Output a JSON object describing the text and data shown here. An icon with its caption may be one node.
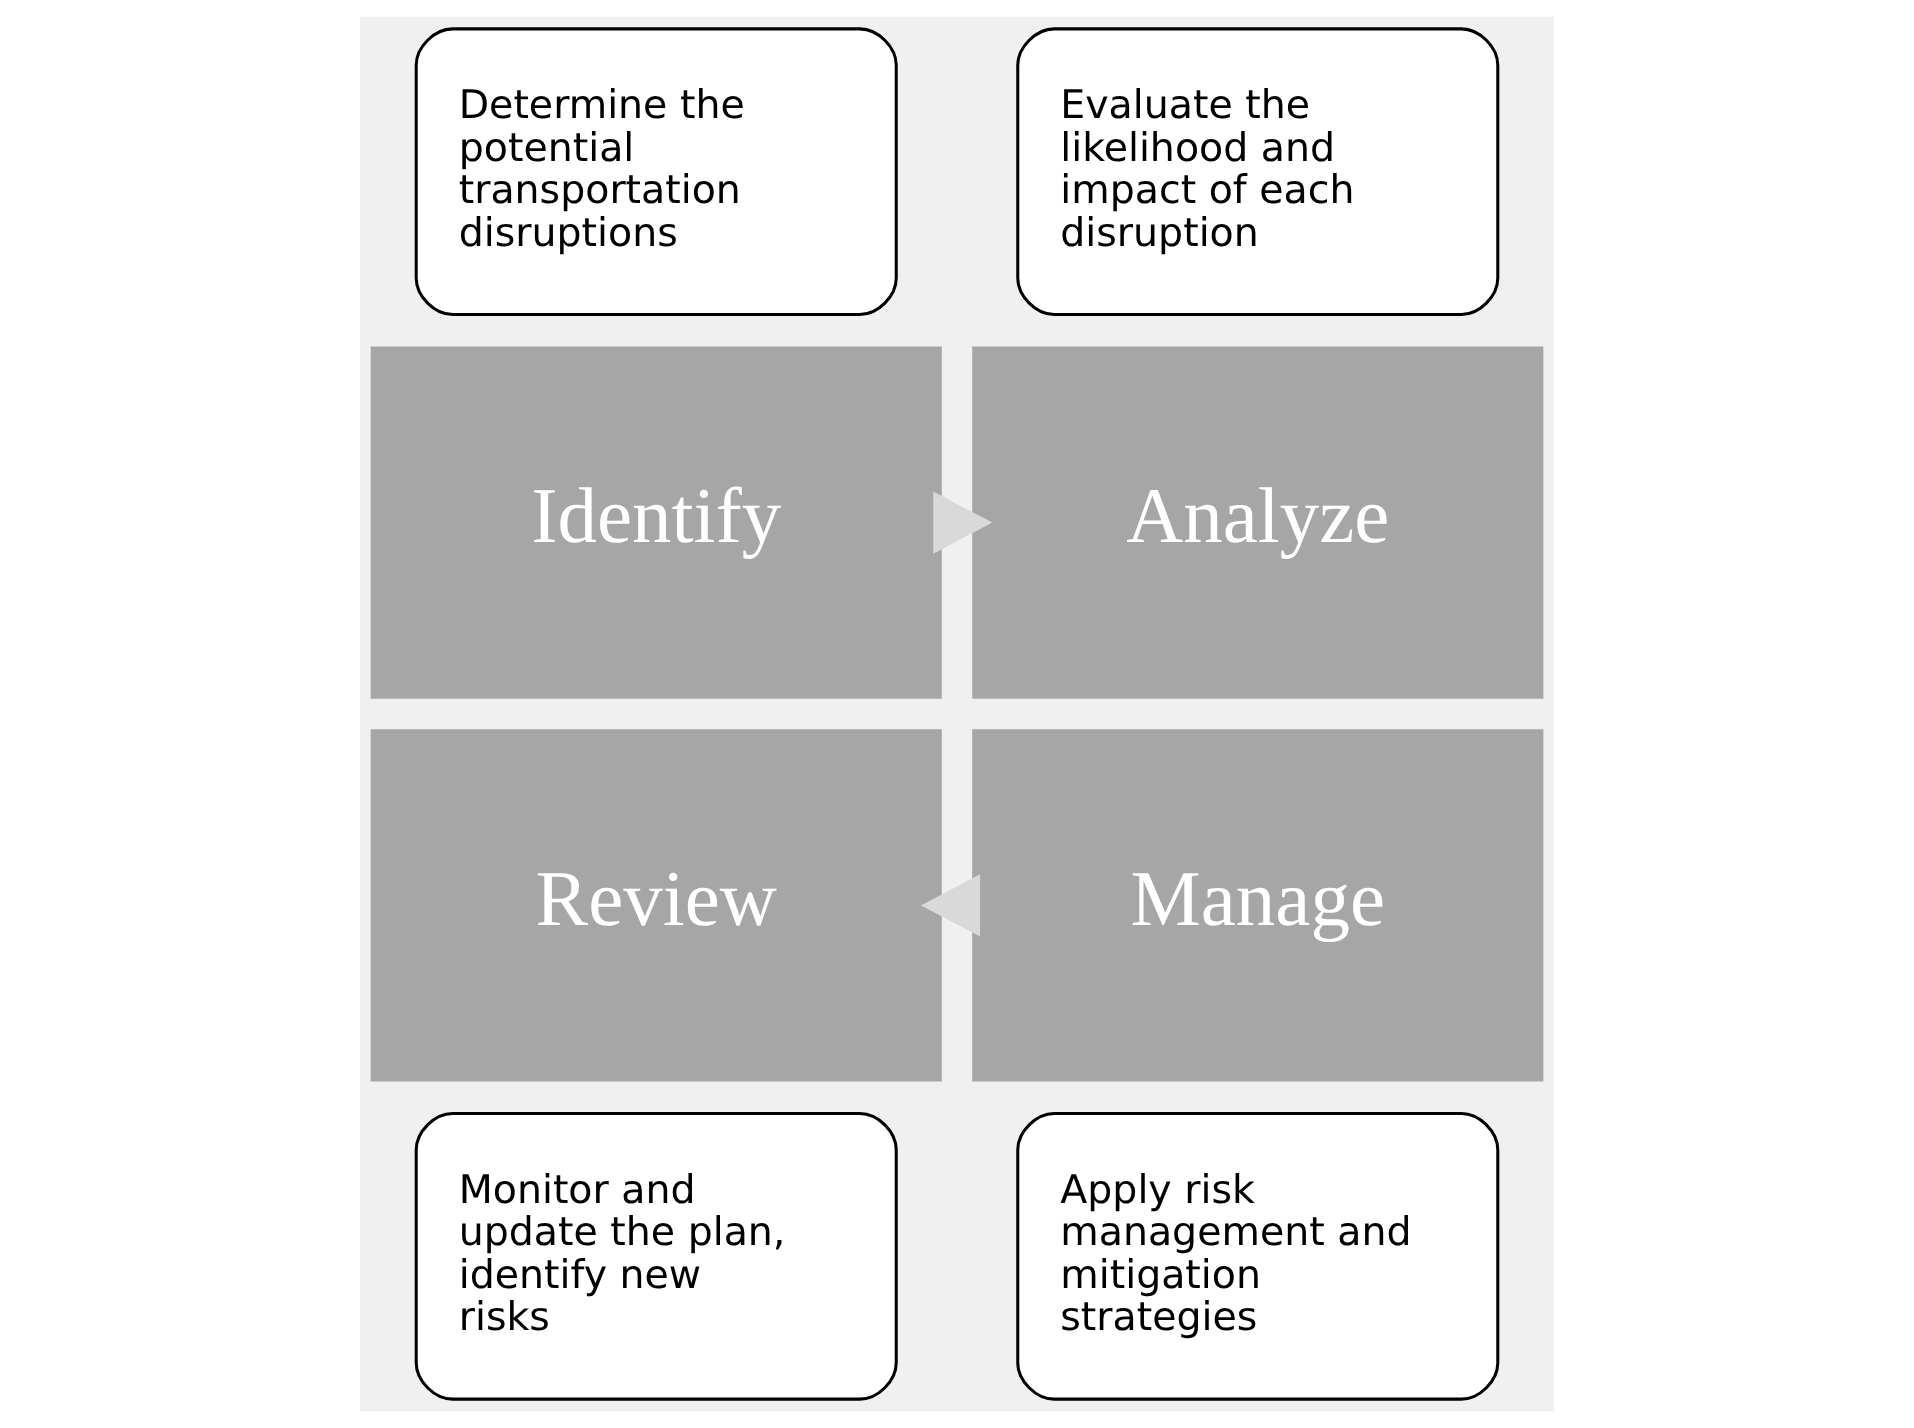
{
  "diagram": {
    "nodes": [
      {
        "text": [
          "Determine the potential transportation disruptions"
        ]
      },
      {
        "text": [
          "Evaluate the likelihood and impact of each disruption"
        ]
      },
      {
        "text": [
          "Identify"
        ]
      },
      {
        "text": [
          "Analyze"
        ]
      },
      {
        "text": [
          "Review"
        ]
      },
      {
        "text": [
          "Manage"
        ]
      },
      {
        "text": [
          "Monitor and update the plan, identify new risks"
        ]
      },
      {
        "text": [
          "Apply risk management and mitigation strategies"
        ]
      }
    ],
    "edges": [
      {
        "from": 2,
        "to": 3,
        "arrow": "to"
      },
      {
        "from": 5,
        "to": 4,
        "arrow": "to"
      }
    ]
  }
}
